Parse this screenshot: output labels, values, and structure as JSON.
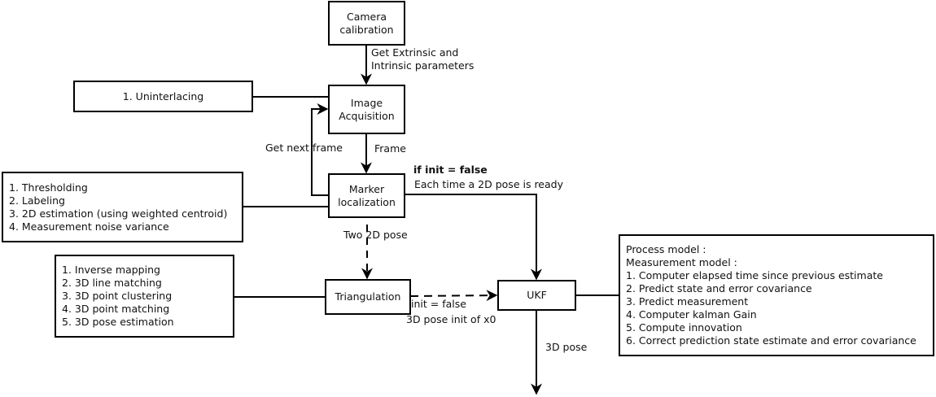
{
  "nodes": {
    "camera_calibration": "Camera\ncalibration",
    "image_acquisition": "Image\nAcquisition",
    "marker_localization": "Marker\nlocalization",
    "triangulation": "Triangulation",
    "ukf": "UKF"
  },
  "notes": {
    "uninterlacing": [
      "1. Uninterlacing"
    ],
    "marker_steps": [
      "1. Thresholding",
      "2. Labeling",
      "3. 2D estimation (using weighted centroid)",
      "4. Measurement noise variance"
    ],
    "triangulation_steps": [
      "1. Inverse mapping",
      "2. 3D line matching",
      "3. 3D point clustering",
      "4. 3D point matching",
      "5. 3D pose estimation"
    ],
    "ukf_steps": [
      "Process model :",
      "Measurement model :",
      "1. Computer elapsed time since previous estimate",
      "2. Predict state and error covariance",
      "3. Predict measurement",
      "4. Computer kalman Gain",
      "5. Compute innovation",
      "6. Correct prediction state estimate and error covariance"
    ]
  },
  "edge_labels": {
    "calib_to_acq_1": "Get Extrinsic and",
    "calib_to_acq_2": "Intrinsic parameters",
    "frame": "Frame",
    "get_next_frame": "Get next frame",
    "init_false_bold": "if init = false",
    "each_time": "Each time a 2D pose is ready",
    "two_2d_pose": "Two 2D pose",
    "init_false": "init = false",
    "pose_init": "3D pose init of x0",
    "pose_3d": "3D pose"
  }
}
